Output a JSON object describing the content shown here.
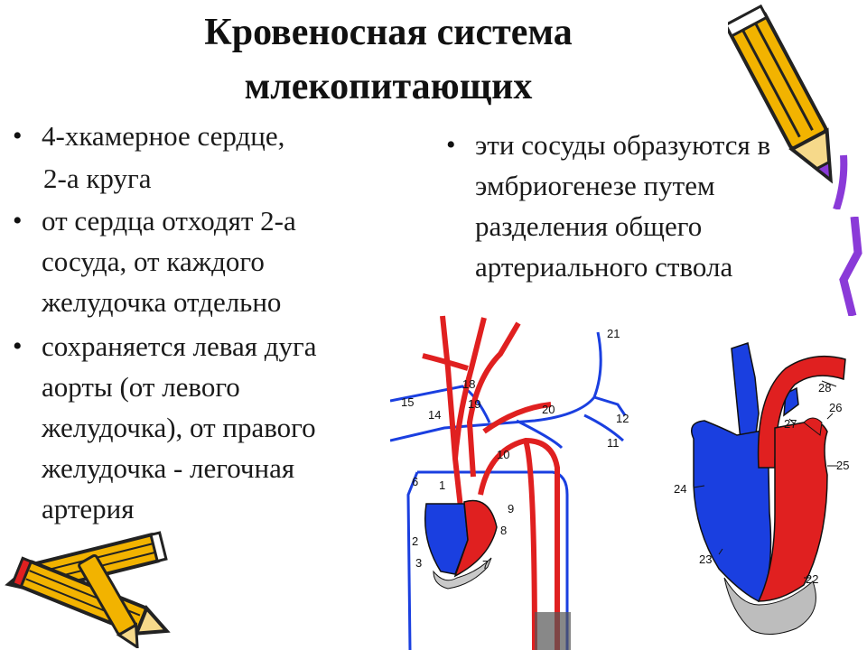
{
  "slide": {
    "title_line1": "Кровеносная система",
    "title_line2": "млекопитающих",
    "left_items": [
      {
        "text": "4-хкамерное сердце,"
      },
      {
        "text": "2-а круга"
      },
      {
        "text": "от сердца отходят 2-а сосуда, от каждого желудочка отдельно"
      },
      {
        "text": "сохраняется левая дуга аорты (от левого желудочка), от правого желудочка - легочная артерия"
      }
    ],
    "right_item": "эти сосуды образуются в эмбриогенезе путем разделения общего артериального ствола"
  },
  "diagram_left_labels": [
    "1",
    "2",
    "3",
    "6",
    "7",
    "8",
    "9",
    "10",
    "11",
    "12",
    "14",
    "15",
    "18",
    "19",
    "20",
    "21"
  ],
  "diagram_right_labels": [
    "22",
    "23",
    "24",
    "25",
    "26",
    "27",
    "28"
  ],
  "colors": {
    "artery": "#e02020",
    "vein": "#1a3fe0",
    "pencil_body": "#f2b300",
    "pencil_dark": "#222222",
    "pencil_tip": "#8a3ad8"
  },
  "icons": [
    "pencil-icon",
    "pencil-pair-icon"
  ]
}
